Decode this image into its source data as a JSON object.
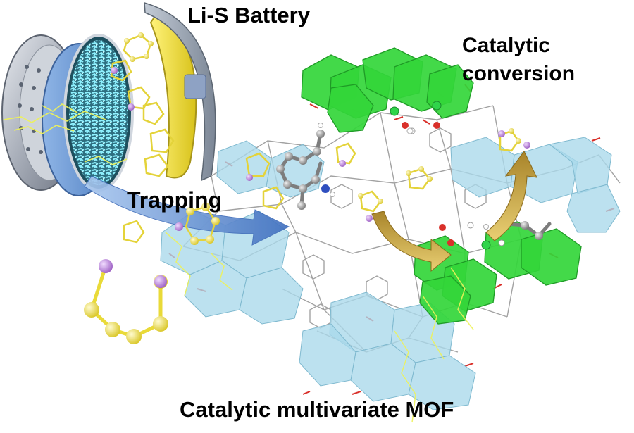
{
  "labels": {
    "battery": "Li-S Battery",
    "catalytic_line1": "Catalytic",
    "catalytic_line2": "conversion",
    "trapping": "Trapping",
    "caption": "Catalytic multivariate MOF"
  },
  "colors": {
    "sulfur": "#f2e04a",
    "lithium": "#c08ad8",
    "green_cluster": "#33d63a",
    "blue_cluster": "#a9d8ea",
    "separator_fibers": "#7fe3ef",
    "arrow_blue": "#6f9fd8",
    "arrow_gold": "#c9a53a",
    "lightning": "#eef25a",
    "linker": "#9a9a9a",
    "oxygen": "#d9302a"
  }
}
